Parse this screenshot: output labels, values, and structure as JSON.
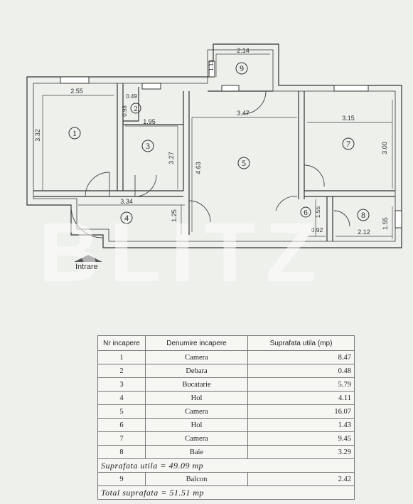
{
  "plan": {
    "entry_label": "Intrare",
    "watermark": "BLITZ",
    "room_numbers": [
      "1",
      "2",
      "3",
      "4",
      "5",
      "6",
      "7",
      "8",
      "9"
    ],
    "dimensions": {
      "r1_width": "2.55",
      "r1_height": "3.32",
      "r2_width": "0.49",
      "r2_height": "0.98",
      "r3_width": "1.95",
      "r3_height": "3.27",
      "r4_width": "3.34",
      "r4_height": "1.25",
      "r5_width": "3.47",
      "r5_height": "4.63",
      "r6_width": "0.92",
      "r6_height": "1.55",
      "r7_width": "3.15",
      "r7_height": "3.00",
      "r8_width": "2.12",
      "r8_height": "1.55",
      "r9_width": "2.14",
      "r9_height": "1.13"
    }
  },
  "table": {
    "headers": [
      "Nr incapere",
      "Denumire incapere",
      "Suprafata utila (mp)"
    ],
    "rows": [
      {
        "nr": "1",
        "name": "Camera",
        "area": "8.47"
      },
      {
        "nr": "2",
        "name": "Debara",
        "area": "0.48"
      },
      {
        "nr": "3",
        "name": "Bucatarie",
        "area": "5.79"
      },
      {
        "nr": "4",
        "name": "Hol",
        "area": "4.11"
      },
      {
        "nr": "5",
        "name": "Camera",
        "area": "16.07"
      },
      {
        "nr": "6",
        "name": "Hol",
        "area": "1.43"
      },
      {
        "nr": "7",
        "name": "Camera",
        "area": "9.45"
      },
      {
        "nr": "8",
        "name": "Baie",
        "area": "3.29"
      }
    ],
    "useful_total": "Suprafata utila = 49.09 mp",
    "balcony_row": {
      "nr": "9",
      "name": "Balcon",
      "area": "2.42"
    },
    "grand_total": "Total suprafata = 51.51 mp"
  }
}
